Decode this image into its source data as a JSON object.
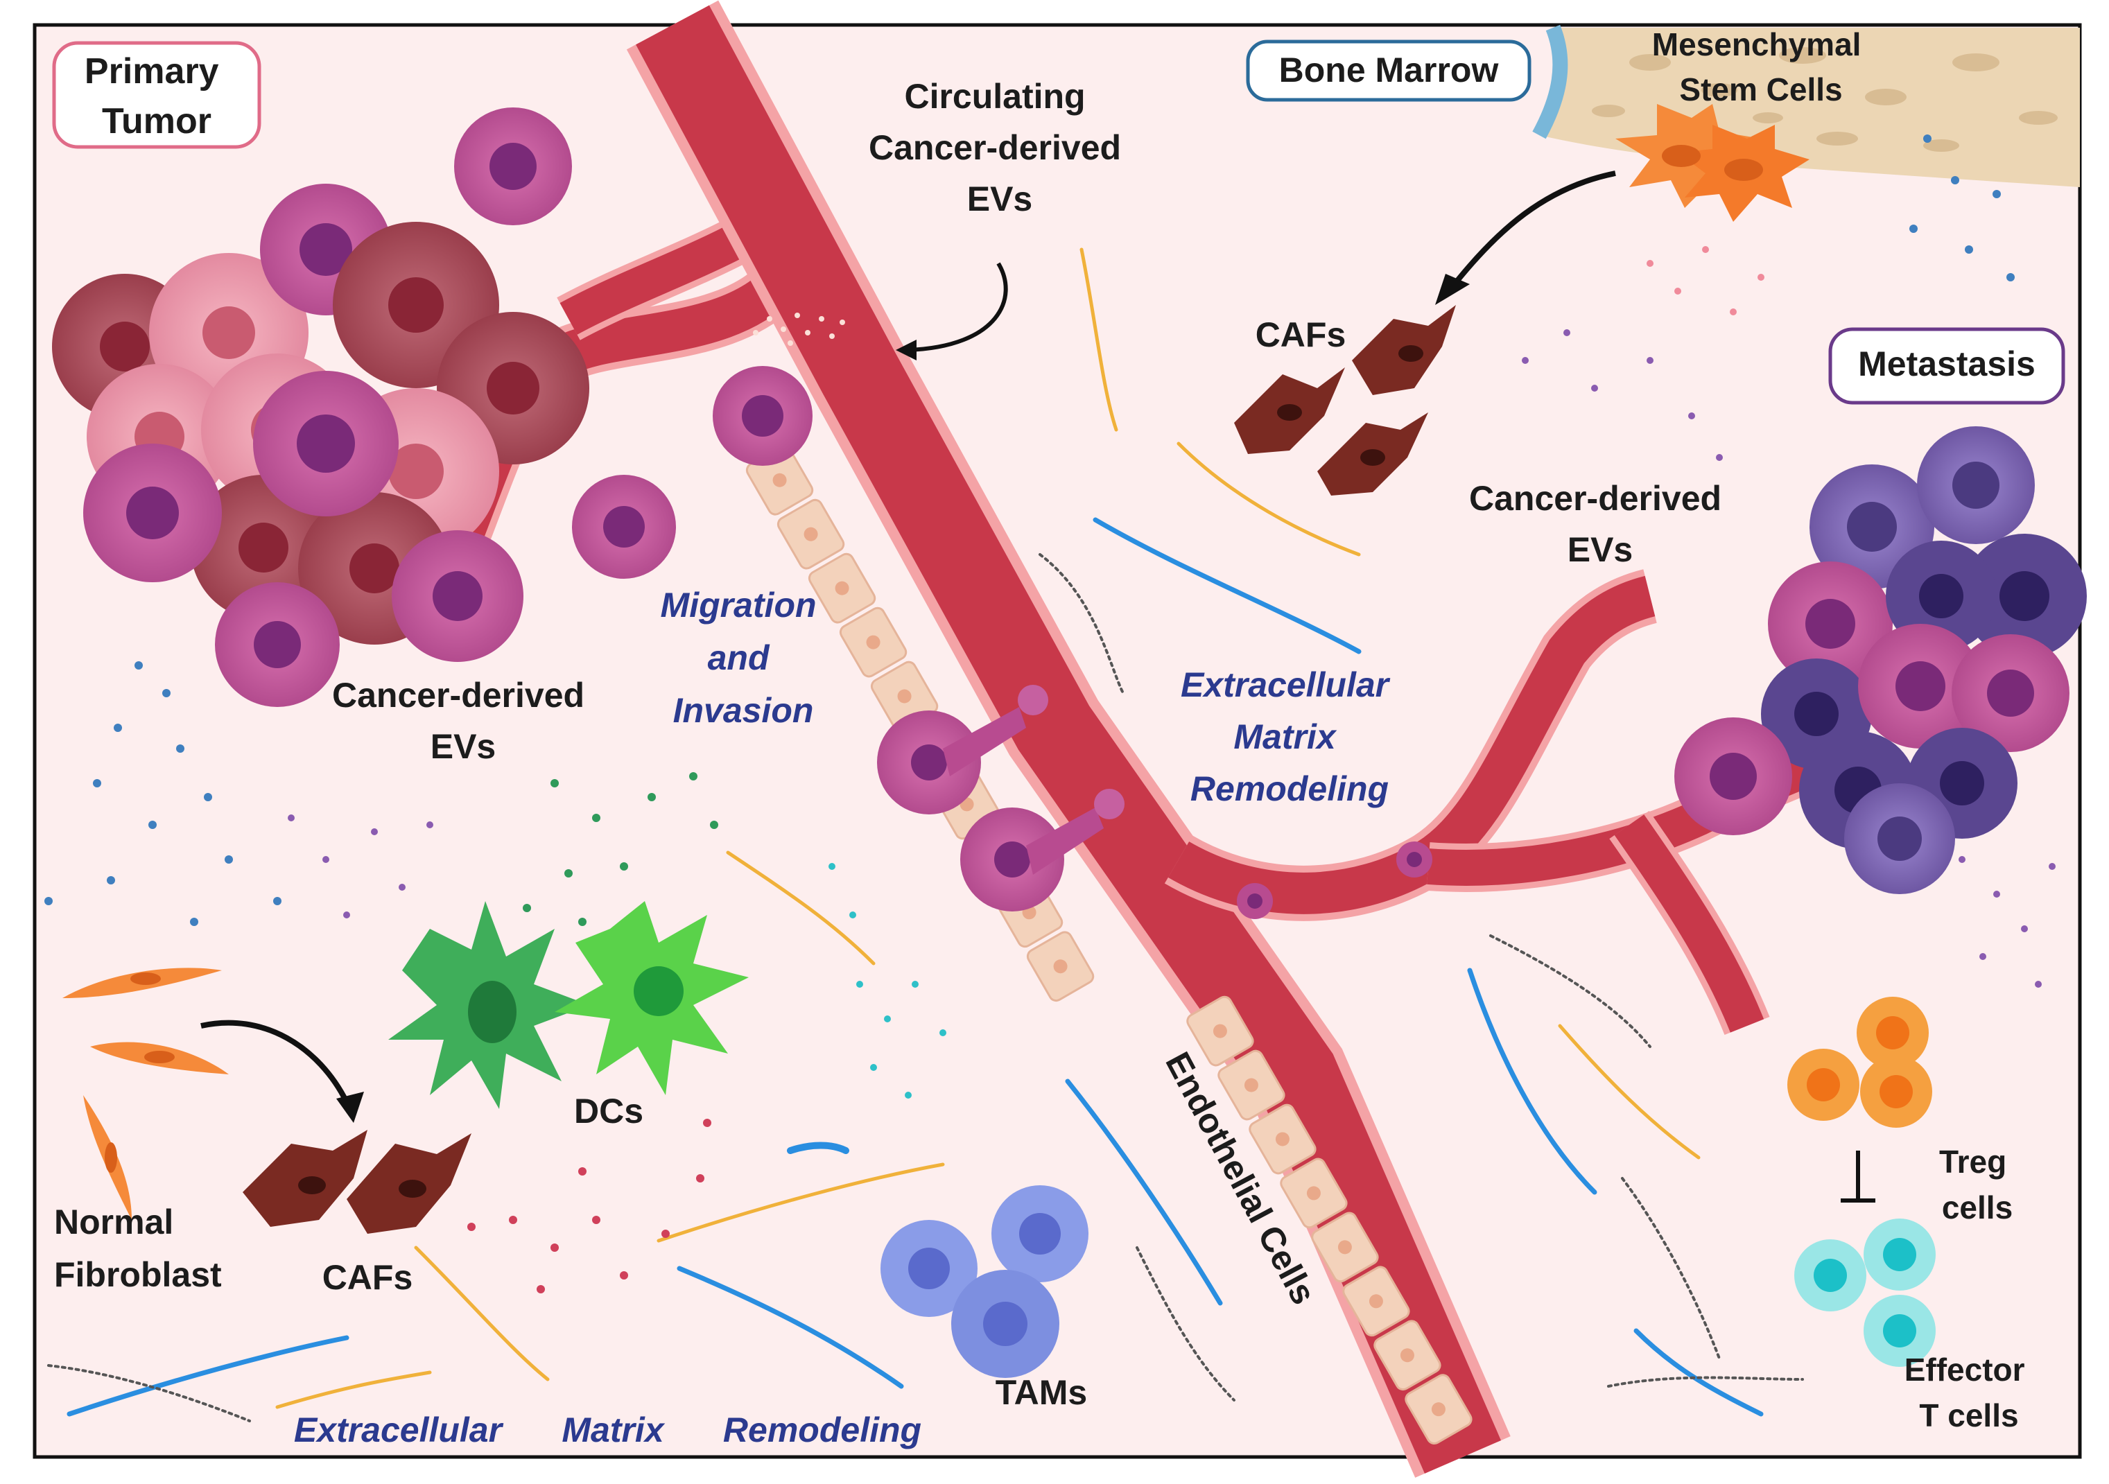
{
  "labels": {
    "primary_tumor": [
      "Primary",
      "Tumor"
    ],
    "bone_marrow": "Bone Marrow",
    "mesenchymal": [
      "Mesenchymal",
      "Stem Cells"
    ],
    "metastasis": "Metastasis",
    "circulating": [
      "Circulating",
      "Cancer-derived",
      "EVs"
    ],
    "cafs_top": "CAFs",
    "cancer_evs_left": [
      "Cancer-derived",
      "EVs"
    ],
    "cancer_evs_right": [
      "Cancer-derived",
      "EVs"
    ],
    "migration": [
      "Migration",
      "and",
      "Invasion"
    ],
    "ecm_mid": [
      "Extracellular",
      "Matrix",
      "Remodeling"
    ],
    "endothelial": "Endothelial Cells",
    "dcs": "DCs",
    "normal_fibroblast": [
      "Normal",
      "Fibroblast"
    ],
    "cafs_bottom": "CAFs",
    "tams": "TAMs",
    "treg": [
      "Treg",
      "cells"
    ],
    "effector": [
      "Effector",
      "T cells"
    ],
    "ecm_bottom": [
      "Extracellular",
      "Matrix",
      "Remodeling"
    ]
  },
  "colors": {
    "background": "#fdeeee",
    "vessel": "#c8384a",
    "vessel_edge": "#f4a3a6",
    "tumor_pink": "#e896a8",
    "tumor_magenta": "#b84b90",
    "tumor_purple": "#7a5aa8",
    "caf": "#7a2a22",
    "dc_green": "#3fae5a",
    "tam_blue": "#7d8fe0",
    "treg_orange": "#f5882a",
    "effector_teal": "#3cc8c8",
    "endothelial": "#f3d2bb",
    "msc_orange": "#f58a3a",
    "bone": "#e8d2b0"
  },
  "icons": [
    "primary-tumor-cluster",
    "blood-vessel",
    "caf-cell",
    "dendritic-cell",
    "tam-cell",
    "treg-cell",
    "effector-t-cell",
    "endothelial-cell",
    "mesenchymal-stem-cell",
    "metastasis-cluster",
    "inhibition-arrow"
  ]
}
